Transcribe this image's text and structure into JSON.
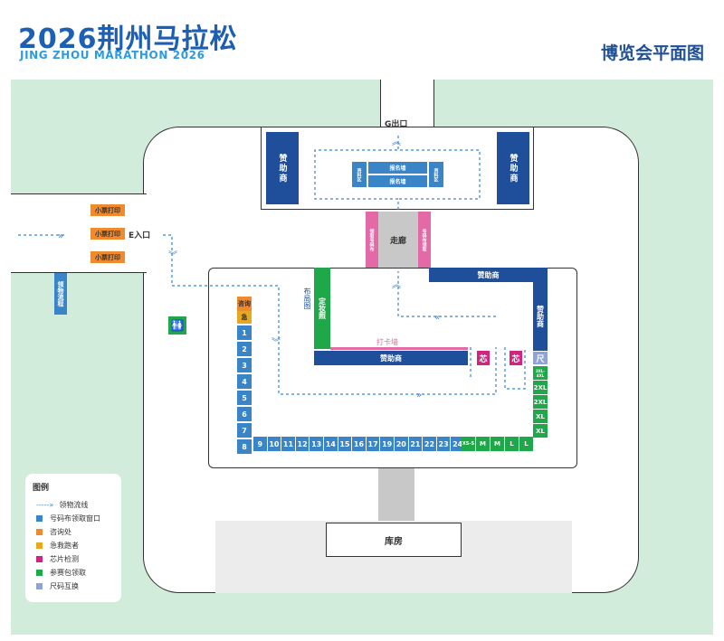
{
  "header": {
    "title_cn": "2026荆州马拉松",
    "title_en": "JING ZHOU MARATHON 2026",
    "subtitle": "博览会平面图"
  },
  "labels": {
    "g_exit": "G出口",
    "e_entrance": "E入口",
    "corridor": "走廊",
    "sponsor": "赞助商",
    "ticket_print": "小票打印",
    "pickup_flow": "领物流程",
    "layout_map": "布局图",
    "custom_area": "定妆照",
    "checkin_wall": "打卡墙",
    "chip_check": "芯",
    "size_swap": "尺",
    "inquiry": "咨询",
    "urgent": "急",
    "warehouse": "库房",
    "left_pink_panel": "领取号码布",
    "right_pink_panel": "号码布领取",
    "inner_left": "资料区",
    "inner_right": "资料区",
    "inner_top": "报名墙",
    "inner_bottom": "报名墙"
  },
  "bib_windows_vertical": [
    "1",
    "2",
    "3",
    "4",
    "5",
    "6",
    "7",
    "8"
  ],
  "bib_windows_horizontal": [
    "9",
    "10",
    "11",
    "12",
    "13",
    "14",
    "15",
    "16",
    "17",
    "19",
    "20",
    "21",
    "22",
    "23",
    "24"
  ],
  "kit_sizes_bottom": [
    "XS-S",
    "M",
    "M",
    "L",
    "L"
  ],
  "kit_sizes_right": [
    "3XL-4XL",
    "2XL",
    "2XL",
    "XL",
    "XL"
  ],
  "legend": {
    "title": "图例",
    "items": [
      {
        "label": "领物流线",
        "kind": "flow"
      },
      {
        "label": "号码布领取窗口",
        "color": "#3a84c8"
      },
      {
        "label": "咨询处",
        "color": "#ef8a2f"
      },
      {
        "label": "急救跑者",
        "color": "#e6a721"
      },
      {
        "label": "芯片检测",
        "color": "#d1247c"
      },
      {
        "label": "参赛包领取",
        "color": "#1ea84a"
      },
      {
        "label": "尺码互换",
        "color": "#8ea4d6"
      }
    ]
  },
  "colors": {
    "brand": "#1c5fb3",
    "sponsor": "#1f4e9b",
    "bib_window": "#3a84c8",
    "kit": "#1ea84a",
    "chip": "#d1247c",
    "background": "#d2ecdb"
  },
  "icons": [
    "restroom-icon",
    "flow-arrow-icon"
  ]
}
